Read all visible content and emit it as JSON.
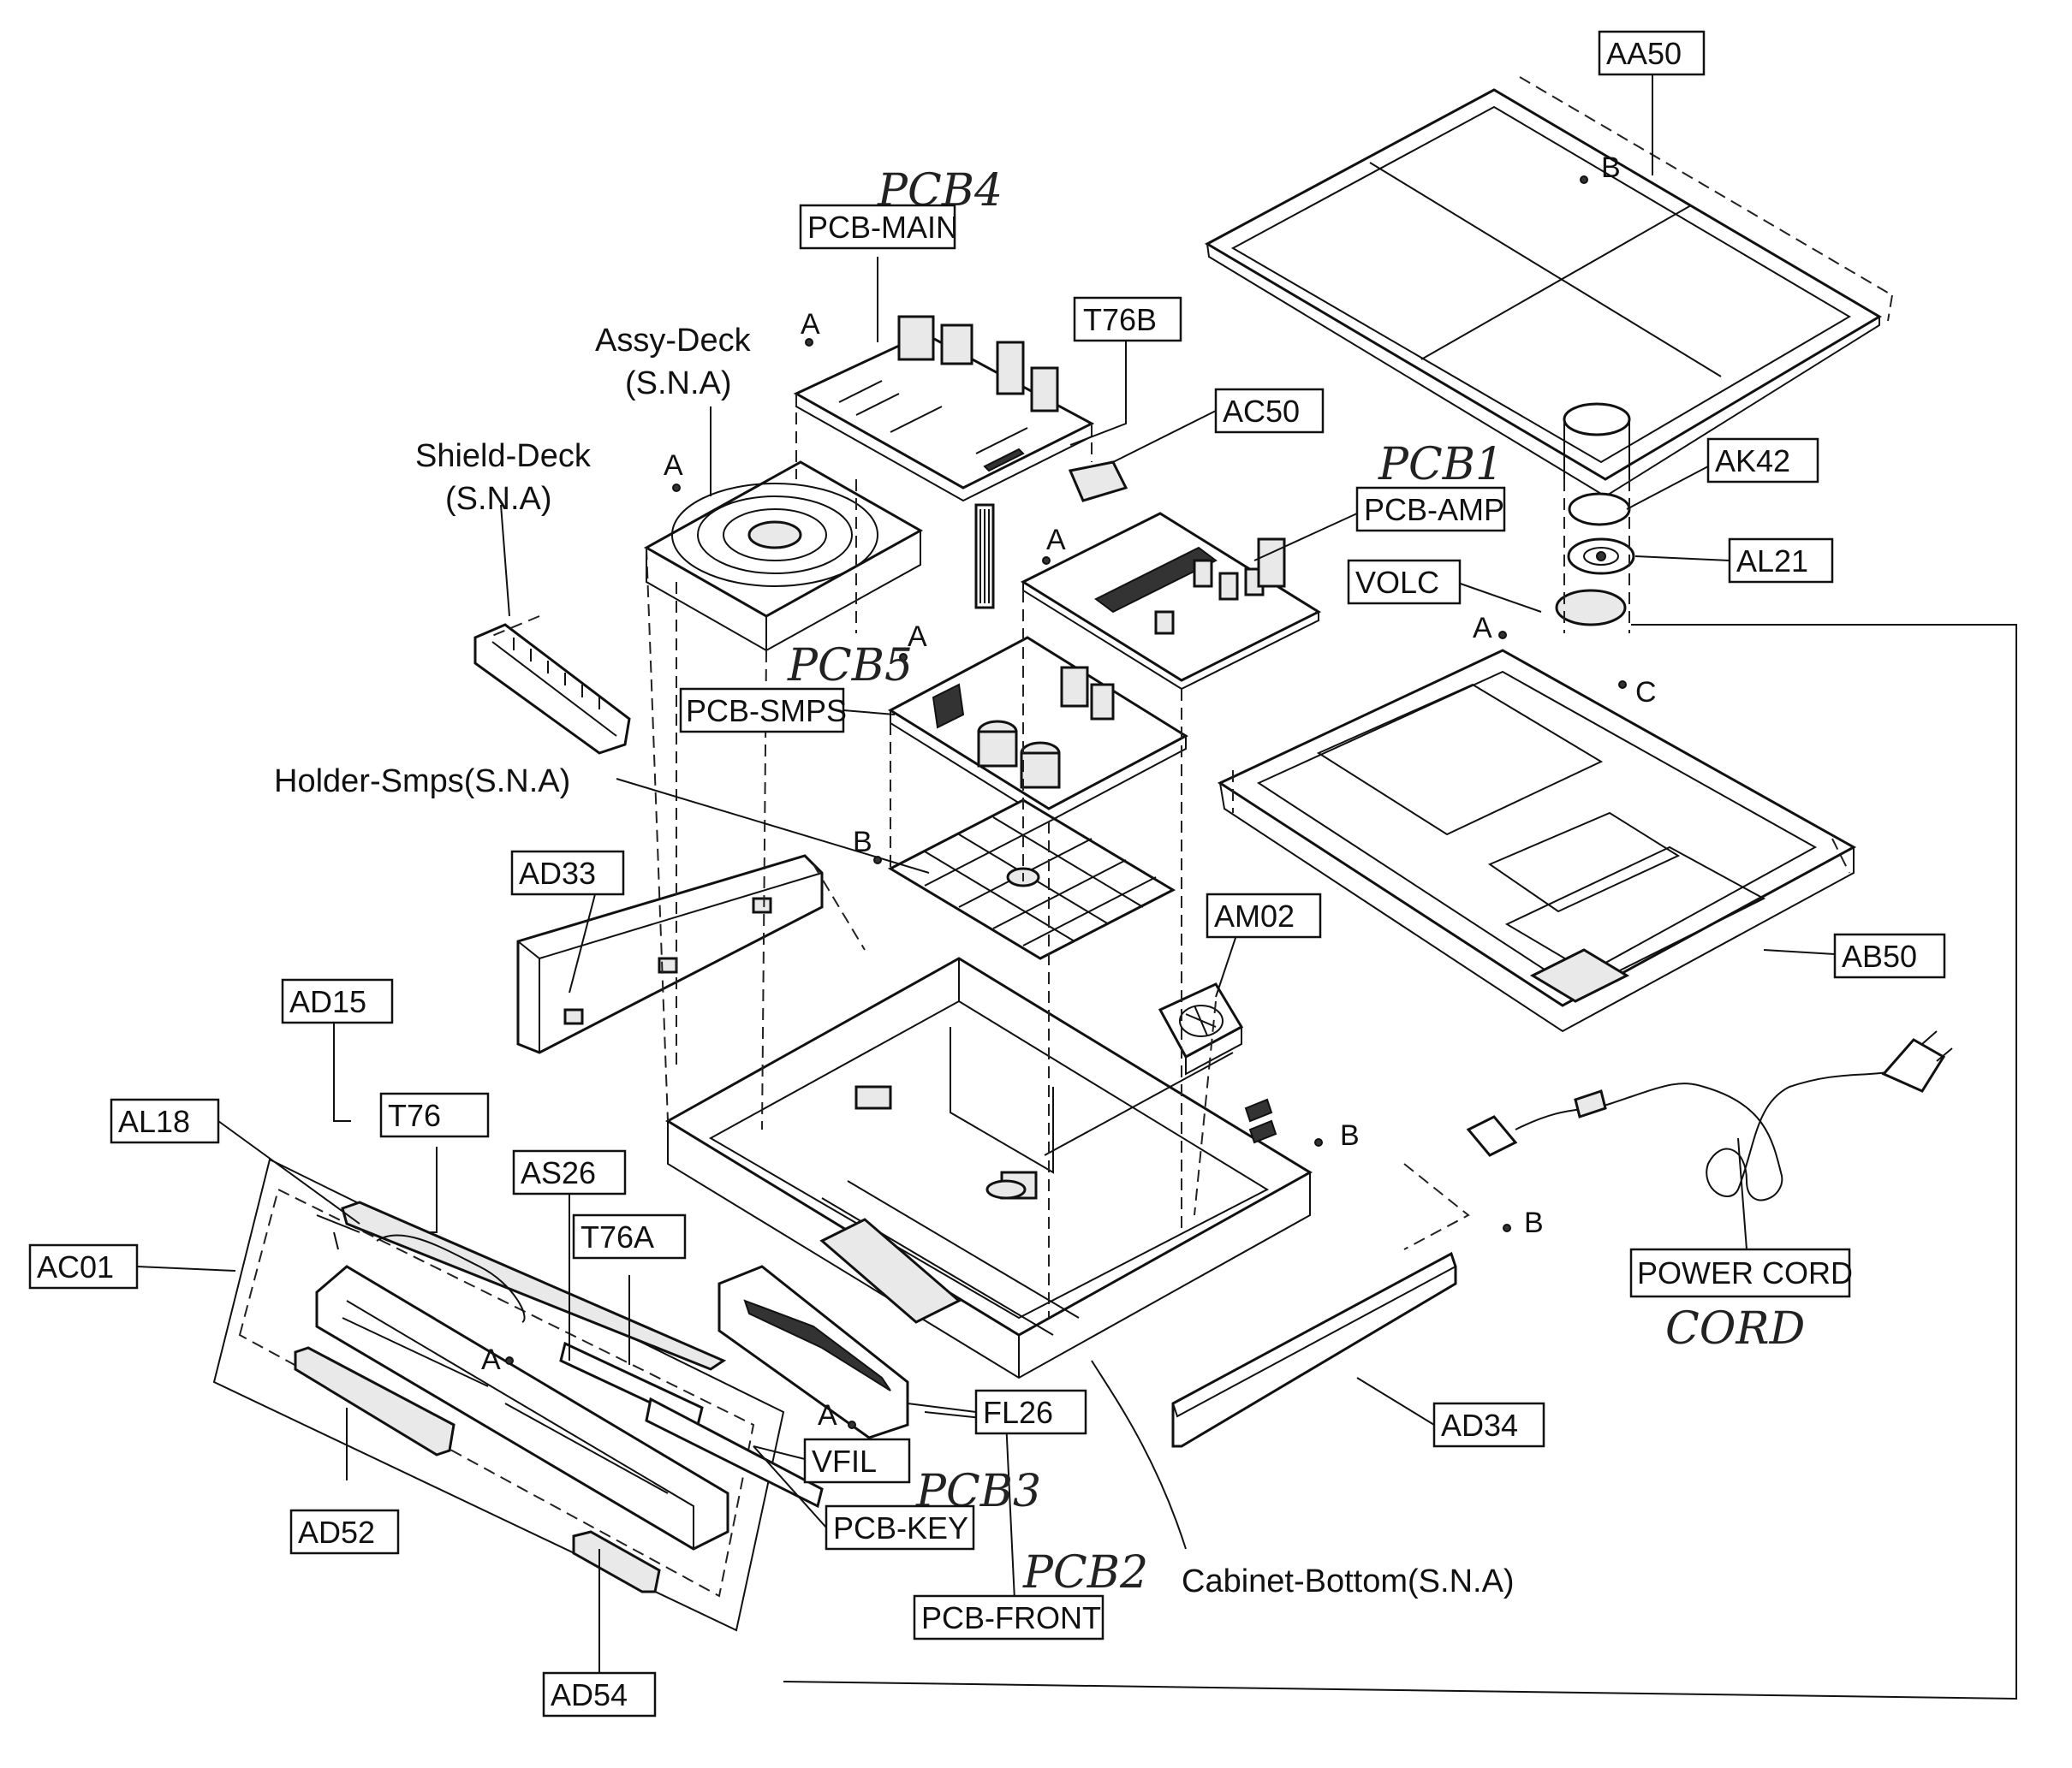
{
  "callouts": [
    {
      "id": "aa50",
      "text": "AA50"
    },
    {
      "id": "pcb-main",
      "text": "PCB-MAIN"
    },
    {
      "id": "t76b",
      "text": "T76B"
    },
    {
      "id": "ac50",
      "text": "AC50"
    },
    {
      "id": "pcb-amp",
      "text": "PCB-AMP"
    },
    {
      "id": "ak42",
      "text": "AK42"
    },
    {
      "id": "al21",
      "text": "AL21"
    },
    {
      "id": "volc",
      "text": "VOLC"
    },
    {
      "id": "pcb-smps",
      "text": "PCB-SMPS"
    },
    {
      "id": "ad33",
      "text": "AD33"
    },
    {
      "id": "am02",
      "text": "AM02"
    },
    {
      "id": "ab50",
      "text": "AB50"
    },
    {
      "id": "ad15",
      "text": "AD15"
    },
    {
      "id": "al18",
      "text": "AL18"
    },
    {
      "id": "t76",
      "text": "T76"
    },
    {
      "id": "as26",
      "text": "AS26"
    },
    {
      "id": "t76a",
      "text": "T76A"
    },
    {
      "id": "ac01",
      "text": "AC01"
    },
    {
      "id": "fl26",
      "text": "FL26"
    },
    {
      "id": "vfil",
      "text": "VFIL"
    },
    {
      "id": "pcb-key",
      "text": "PCB-KEY"
    },
    {
      "id": "ad52",
      "text": "AD52"
    },
    {
      "id": "ad34",
      "text": "AD34"
    },
    {
      "id": "pcb-front",
      "text": "PCB-FRONT"
    },
    {
      "id": "ad54",
      "text": "AD54"
    },
    {
      "id": "power-cord",
      "text": "POWER CORD"
    }
  ],
  "plain_labels": {
    "assy_deck_1": "Assy-Deck",
    "assy_deck_2": "(S.N.A)",
    "shield_deck_1": "Shield-Deck",
    "shield_deck_2": "(S.N.A)",
    "holder_smps": "Holder-Smps(S.N.A)",
    "cabinet_bottom": "Cabinet-Bottom(S.N.A)"
  },
  "handwritten": {
    "pcb4": "PCB4",
    "pcb1": "PCB1",
    "pcb5": "PCB5",
    "pcb3": "PCB3",
    "pcb2": "PCB2",
    "cord": "CORD"
  },
  "screw_refs": {
    "a": "A",
    "b": "B",
    "c": "C"
  }
}
